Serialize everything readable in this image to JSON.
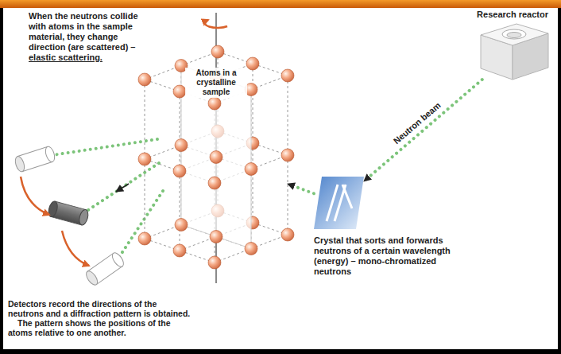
{
  "diagram": {
    "nodes": [
      {
        "text": [
          "Atoms in a crystalline sample"
        ]
      },
      {
        "text": [
          "Research reactor"
        ]
      },
      {
        "text": [
          "Crystal that sorts and forwards neutrons of a certain wavelength (energy) – mono-chromatized neutrons"
        ]
      }
    ],
    "edges": [
      {
        "from": 1,
        "to": 2,
        "arrow": "to",
        "label": "Neutron beam"
      },
      {
        "from": 2,
        "to": 0,
        "arrow": "to"
      }
    ],
    "labels": [
      "When the neutrons collide with atoms in the sample material, they change direction (are scattered) – elastic scattering.",
      "Detectors record the directions of the neutrons and a diffraction pattern is obtained.",
      "The pattern shows the positions of the atoms relative to one another."
    ]
  }
}
